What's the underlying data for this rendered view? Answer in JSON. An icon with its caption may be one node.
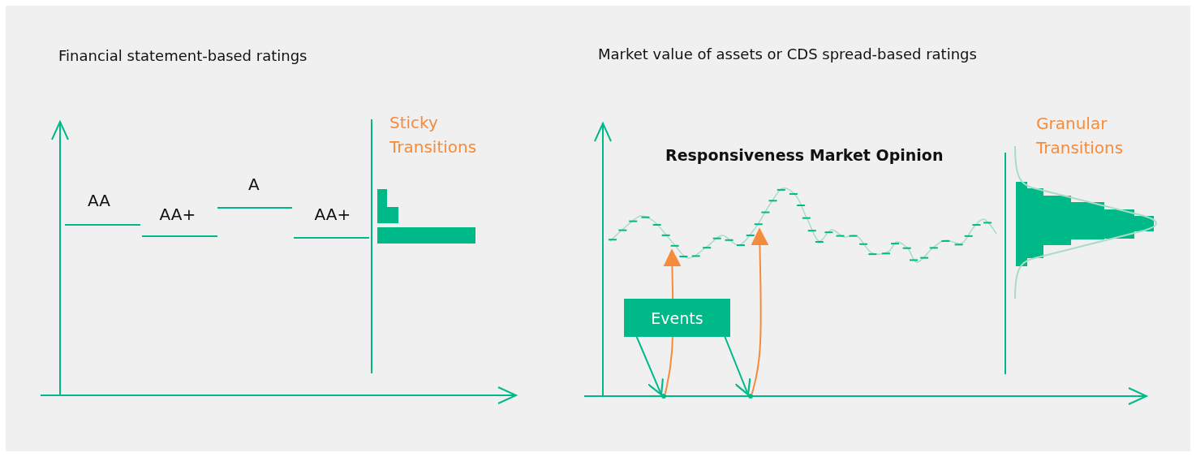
{
  "diagram": {
    "nodes": [
      {
        "text": [
          "Events"
        ]
      },
      {
        "text": [],
        "shape": "dot"
      },
      {
        "text": [],
        "shape": "dot"
      }
    ],
    "edges": [
      {
        "from": 0,
        "to": 1,
        "arrow": "to"
      },
      {
        "from": 0,
        "to": 2,
        "arrow": "to"
      },
      {
        "from": 1,
        "to": null,
        "arrow": "to",
        "color": "#f58b3c"
      },
      {
        "from": 2,
        "to": null,
        "arrow": "to",
        "color": "#f58b3c"
      }
    ],
    "labels": [
      "Financial statement-based ratings",
      "Sticky Transitions",
      "AA",
      "AA+",
      "A",
      "AA+",
      "Market value of assets or CDS spread-based ratings",
      "Responsiveness Market Opinion",
      "Granular Transitions"
    ]
  }
}
